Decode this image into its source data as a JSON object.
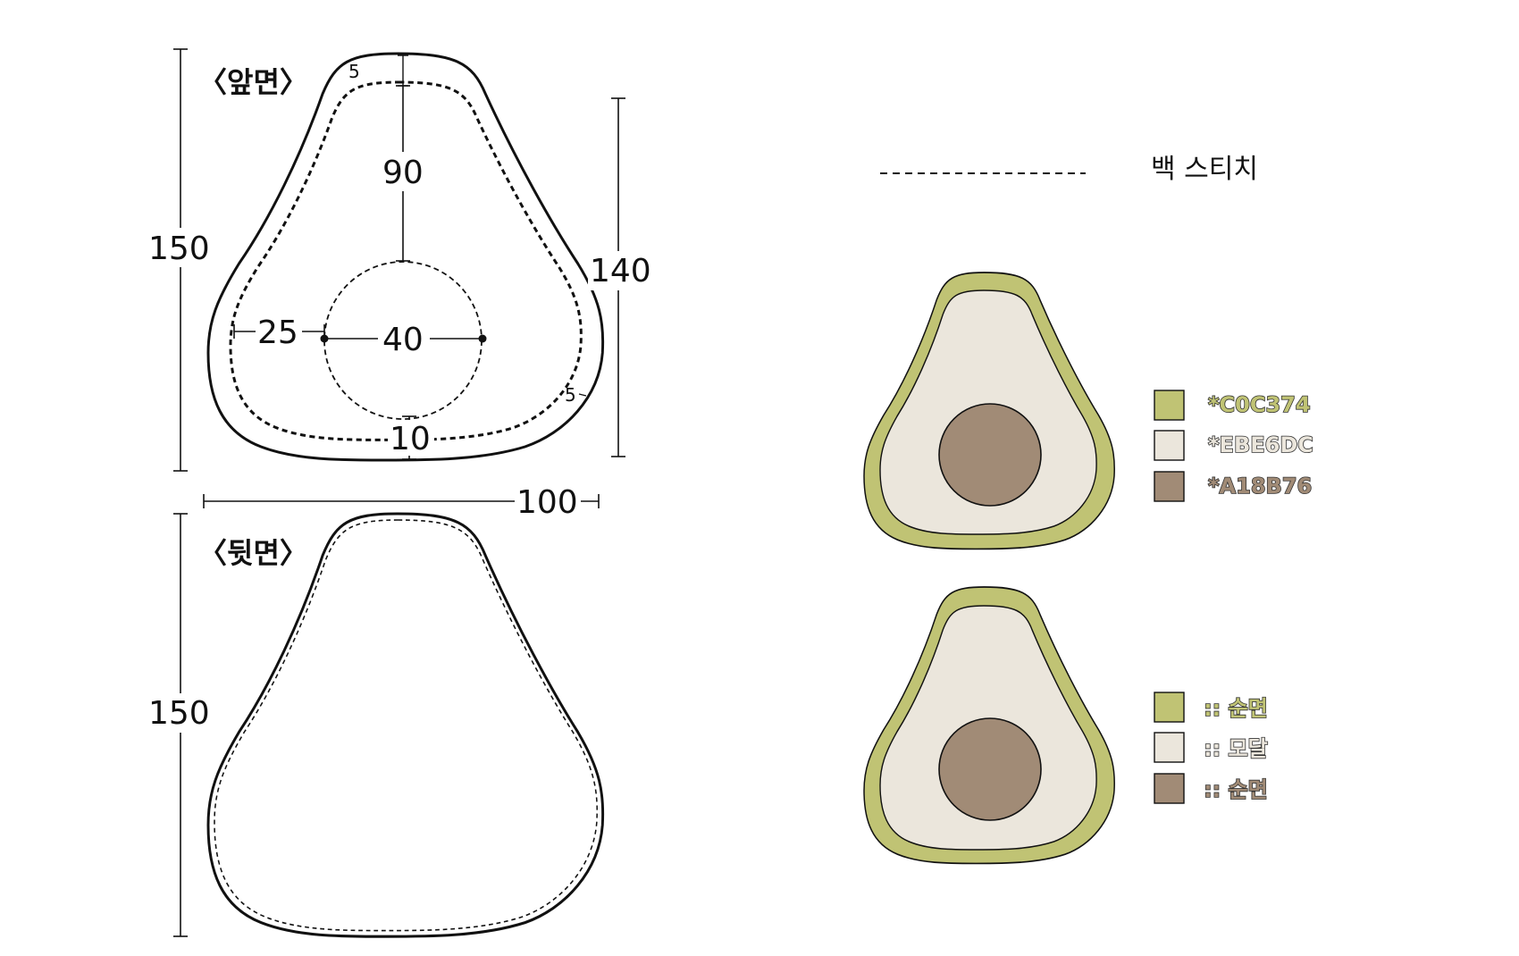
{
  "front": {
    "title": "〈앞면〉",
    "dims": {
      "height": "150",
      "stitch_height": "140",
      "top_to_circle": "90",
      "side_to_circle": "25",
      "circle_diameter": "40",
      "circle_to_bottom": "10",
      "width": "100",
      "seam_top": "5",
      "seam_side": "5"
    }
  },
  "back": {
    "title": "〈뒷면〉",
    "dims": {
      "height": "150"
    }
  },
  "legend": {
    "back_stitch": "백 스티치"
  },
  "colors": {
    "skin": "#C0C374",
    "flesh": "#EBE6DC",
    "pit": "#A18B76",
    "outline": "#111111"
  },
  "swatches_hex": [
    {
      "label": "*C0C374",
      "color": "#C0C374"
    },
    {
      "label": "*EBE6DC",
      "color": "#EBE6DC"
    },
    {
      "label": "*A18B76",
      "color": "#A18B76"
    }
  ],
  "swatches_fabric": [
    {
      "label": ":: 순면",
      "color": "#C0C374"
    },
    {
      "label": ":: 모달",
      "color": "#EBE6DC"
    },
    {
      "label": ":: 순면",
      "color": "#A18B76"
    }
  ]
}
